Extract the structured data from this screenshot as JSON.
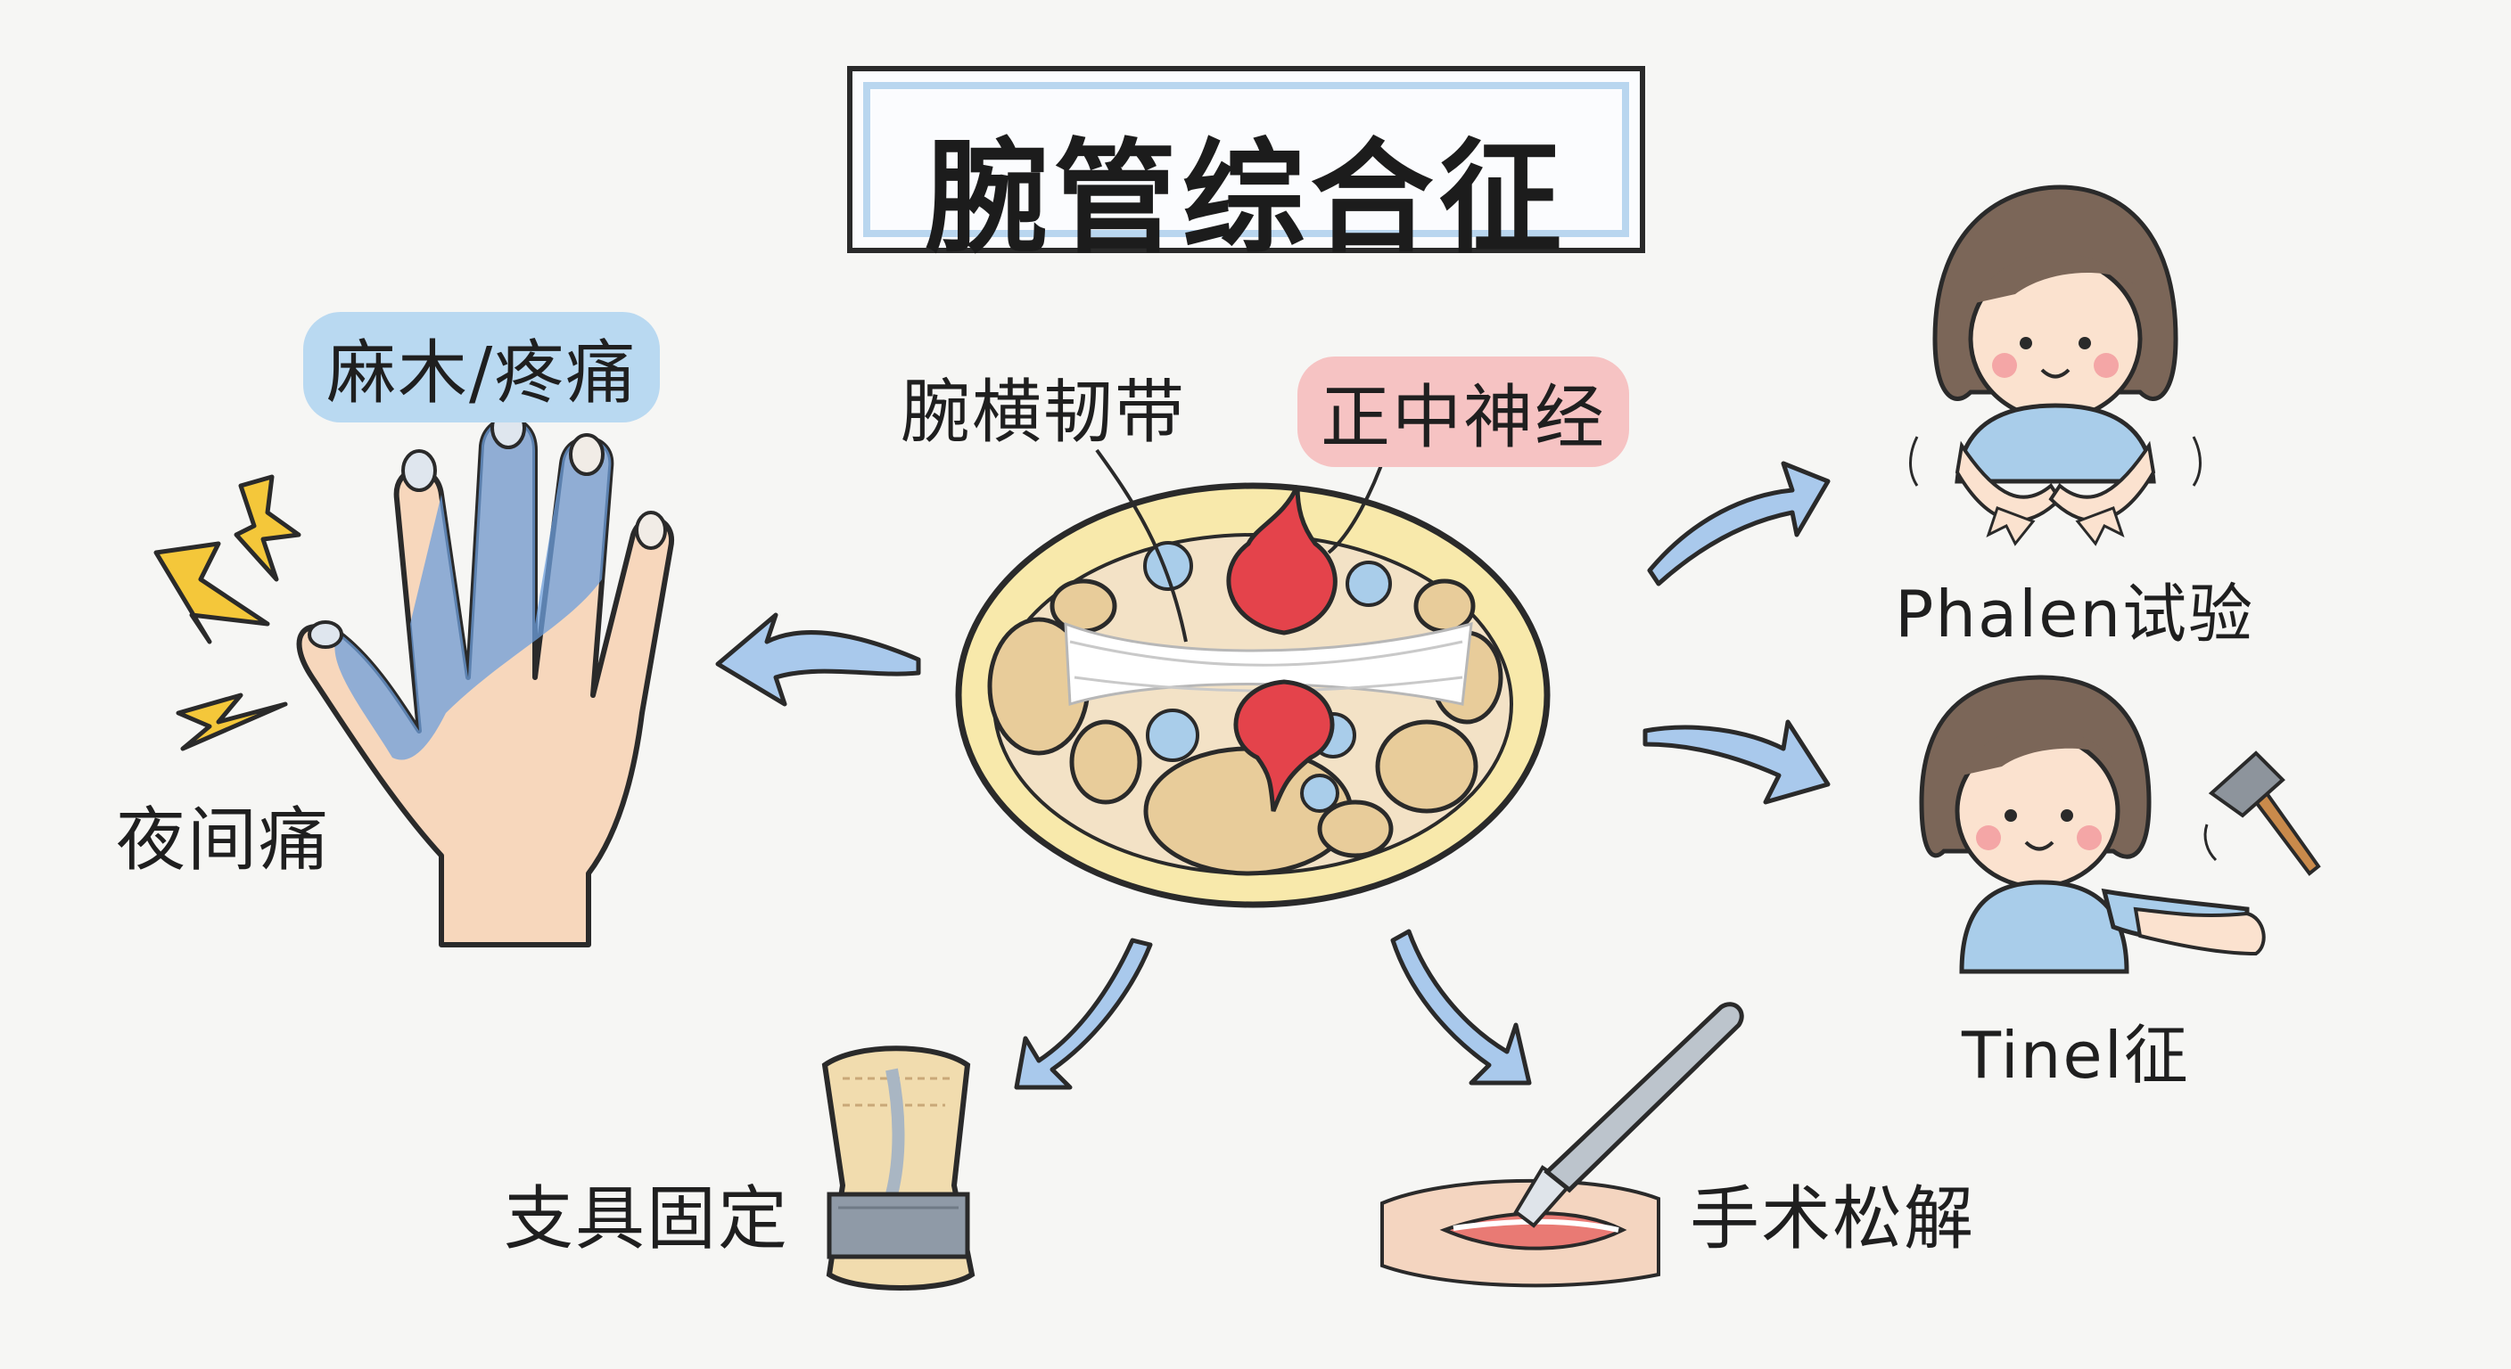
{
  "title": "腕管综合征",
  "labels": {
    "numbness_pain": "麻木/疼痛",
    "night_pain": "夜间痛",
    "transverse_ligament": "腕横韧带",
    "median_nerve": "正中神经",
    "phalen_test": "Phalen试验",
    "tinel_sign": "Tinel征",
    "brace_fixation": "支具固定",
    "surgical_release": "手术松解"
  },
  "colors": {
    "symptom_blue": "#6e9fdc",
    "nerve_red": "#e4434b",
    "skin": "#f7d7bc",
    "arrow_blue": "#a9c9ec",
    "lightning_yellow": "#f4c73a"
  }
}
